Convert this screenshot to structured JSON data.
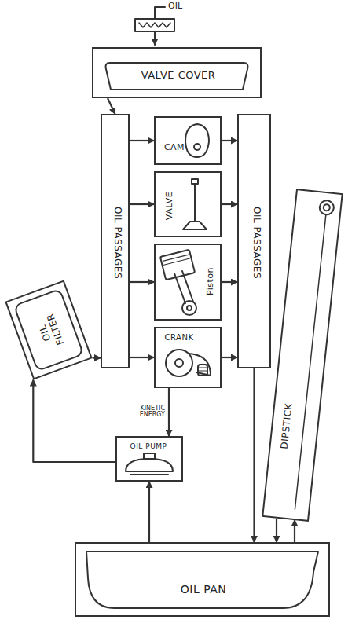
{
  "diagram": {
    "nodes": [
      {
        "text": [
          "VALVE COVER"
        ]
      },
      {
        "text": [
          "OIL PASSAGES"
        ]
      },
      {
        "text": [
          "CAM"
        ]
      },
      {
        "text": [
          "VALVE"
        ]
      },
      {
        "text": [
          "Piston"
        ]
      },
      {
        "text": [
          "CRANK"
        ]
      },
      {
        "text": [
          "OIL PASSAGES"
        ]
      },
      {
        "text": [
          "OIL FILTER"
        ]
      },
      {
        "text": [
          "DIPSTICK"
        ]
      },
      {
        "text": [
          "OIL PUMP"
        ]
      },
      {
        "text": [
          "OIL PAN"
        ]
      }
    ],
    "edges": [
      {
        "from": 0,
        "to": 1,
        "arrow": "to"
      },
      {
        "from": 1,
        "to": 2,
        "arrow": "to"
      },
      {
        "from": 1,
        "to": 3,
        "arrow": "to"
      },
      {
        "from": 1,
        "to": 4,
        "arrow": "to"
      },
      {
        "from": 1,
        "to": 5,
        "arrow": "to"
      },
      {
        "from": 2,
        "to": 6,
        "arrow": "to"
      },
      {
        "from": 3,
        "to": 6,
        "arrow": "to"
      },
      {
        "from": 4,
        "to": 6,
        "arrow": "to"
      },
      {
        "from": 5,
        "to": 6,
        "arrow": "to"
      },
      {
        "from": 6,
        "to": 10,
        "arrow": "to"
      },
      {
        "from": 10,
        "to": 9,
        "arrow": "to"
      },
      {
        "from": 9,
        "to": 7,
        "arrow": "to"
      },
      {
        "from": 7,
        "to": 1,
        "arrow": "to"
      },
      {
        "from": 5,
        "to": 9,
        "label": "KINETIC ENERGY",
        "arrow": "to"
      },
      {
        "from": 8,
        "to": 10,
        "arrow": "to"
      },
      {
        "from": 10,
        "to": 8,
        "arrow": "to"
      }
    ],
    "labels": [
      "OIL"
    ]
  }
}
